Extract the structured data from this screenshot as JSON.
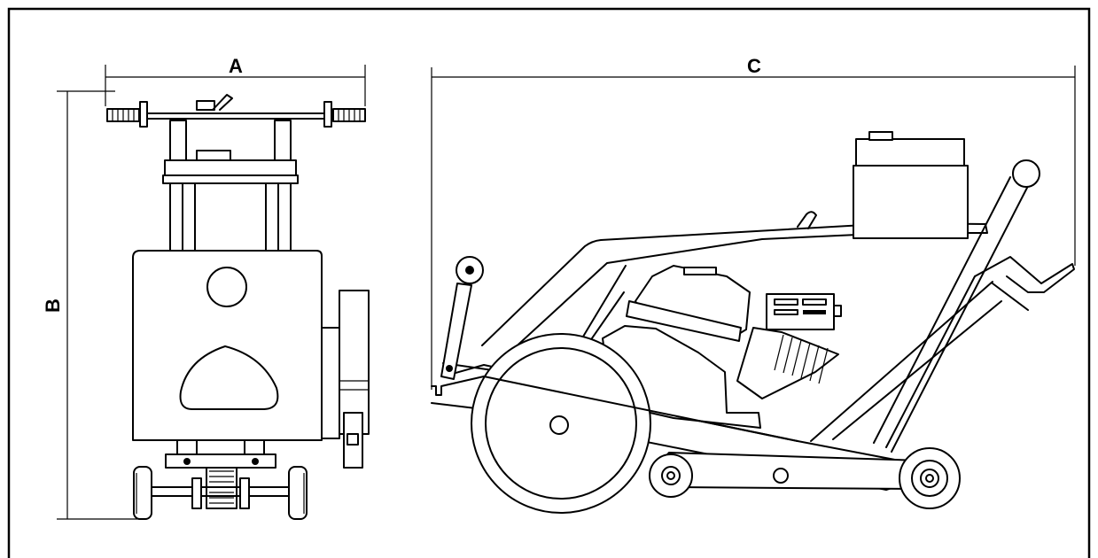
{
  "dimensions": {
    "width_label": "A",
    "height_label": "B",
    "length_label": "C"
  },
  "colors": {
    "line": "#000000",
    "background": "#ffffff"
  }
}
